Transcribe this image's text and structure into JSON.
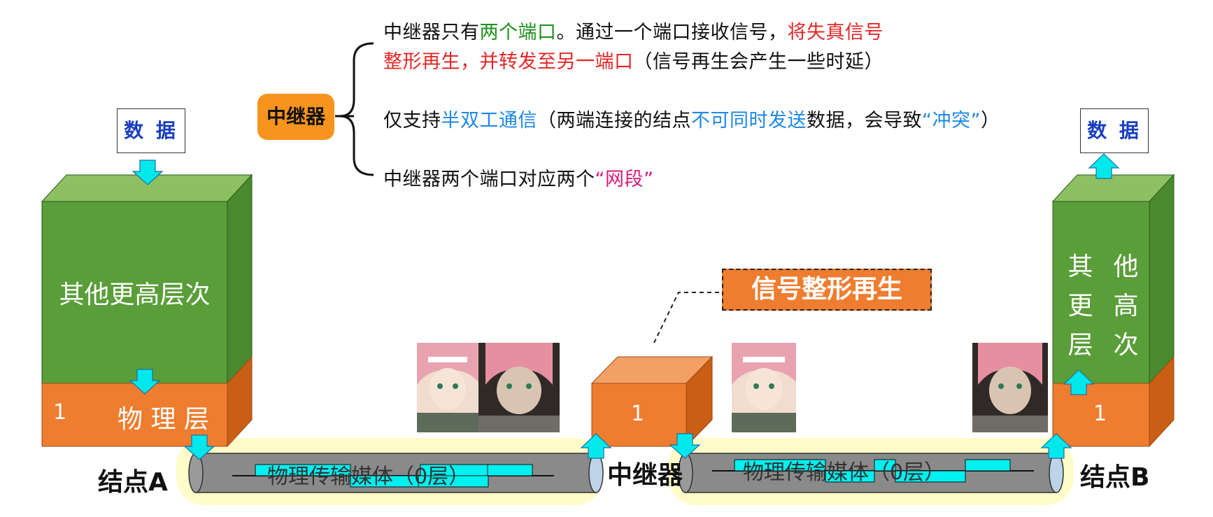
{
  "title_block": {
    "line1_a": "中继器只有",
    "line1_b": "两个端口",
    "line1_c": "。通过一个端口接收信号，",
    "line1_d": "将失真信号",
    "line2_a": "整形再生，并转发至另一端口",
    "line2_b": "（信号再生会产生一些时延）",
    "line3_a": "仅支持",
    "line3_b": "半双工通信",
    "line3_c": "（两端连接的结点",
    "line3_d": "不可同时发送",
    "line3_e": "数据，会导致",
    "line3_f": "“冲突”",
    "line3_g": "）",
    "line4_a": "中继器两个端口对应两个",
    "line4_b": "“网段”"
  },
  "repeater_pill": "中继器",
  "node_a": {
    "data_box": "数 据",
    "upper_layer": "其他更高层次",
    "phys_num": "1",
    "phys_label": "物 理 层",
    "caption": "结点A"
  },
  "node_b": {
    "data_box": "数 据",
    "upper_layer": [
      "其",
      "他",
      "更",
      "高",
      "层",
      "次"
    ],
    "phys_num": "1",
    "caption": "结点B"
  },
  "repeater_box": {
    "num": "1",
    "caption": "中继器"
  },
  "signal_label": "信号整形再生",
  "medium_left": "物理传输媒体（0层）",
  "medium_right": "物理传输媒体（0层）",
  "colors": {
    "green_front": "#5a9e3a",
    "green_top": "#8cc063",
    "green_side": "#4a8a2e",
    "orange_front": "#ee7d30",
    "orange_side": "#c95f15",
    "cyan": "#00f0f0",
    "pipe": "#8a8a8a"
  }
}
